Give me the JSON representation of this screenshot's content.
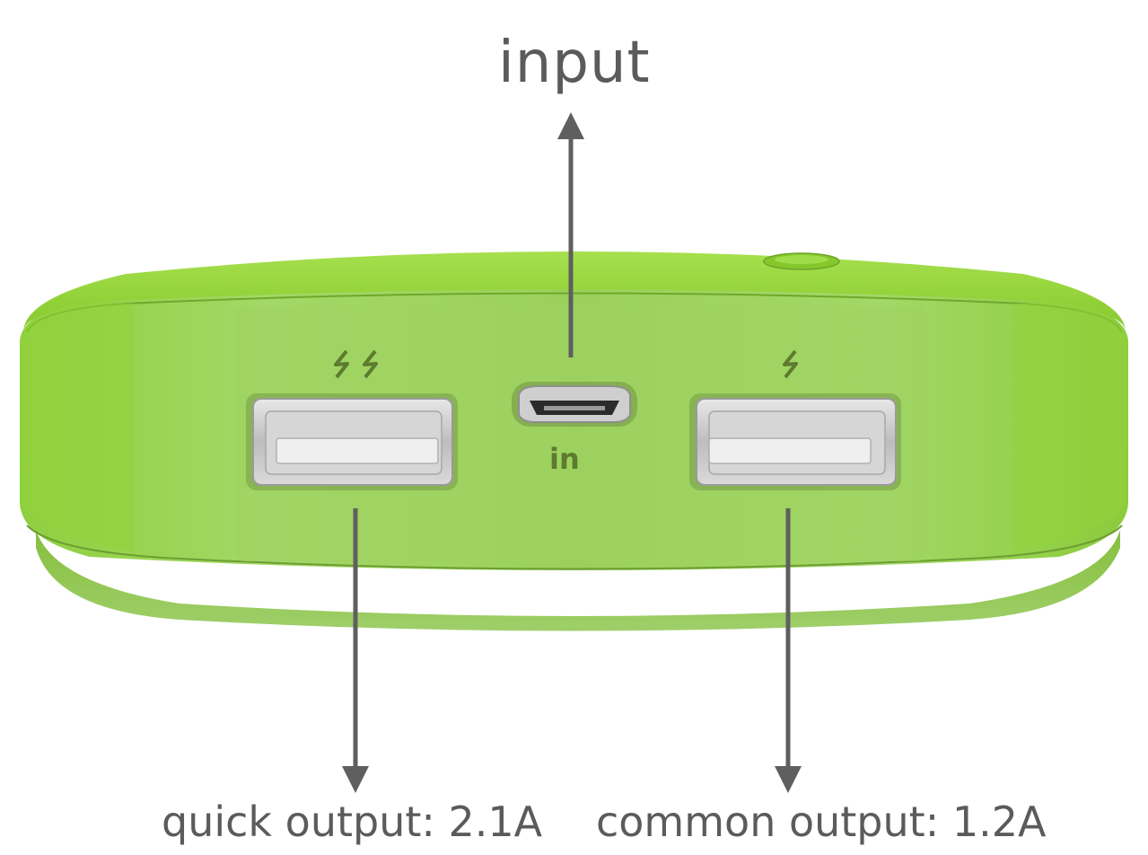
{
  "labels": {
    "input": "input",
    "quick_output": "quick output: 2.1A",
    "common_output": "common output: 1.2A",
    "port_in": "in"
  },
  "icons": {
    "quick_port_symbol": "double-lightning-icon",
    "common_port_symbol": "lightning-icon",
    "power_button": "power-button-icon"
  },
  "colors": {
    "device_body": "#8fd43a",
    "device_face": "#9ed15e",
    "device_edge": "#6fa82a",
    "text": "#5b5b5b",
    "arrow": "#5f5f5f",
    "port_metal": "#cfcfcf"
  }
}
